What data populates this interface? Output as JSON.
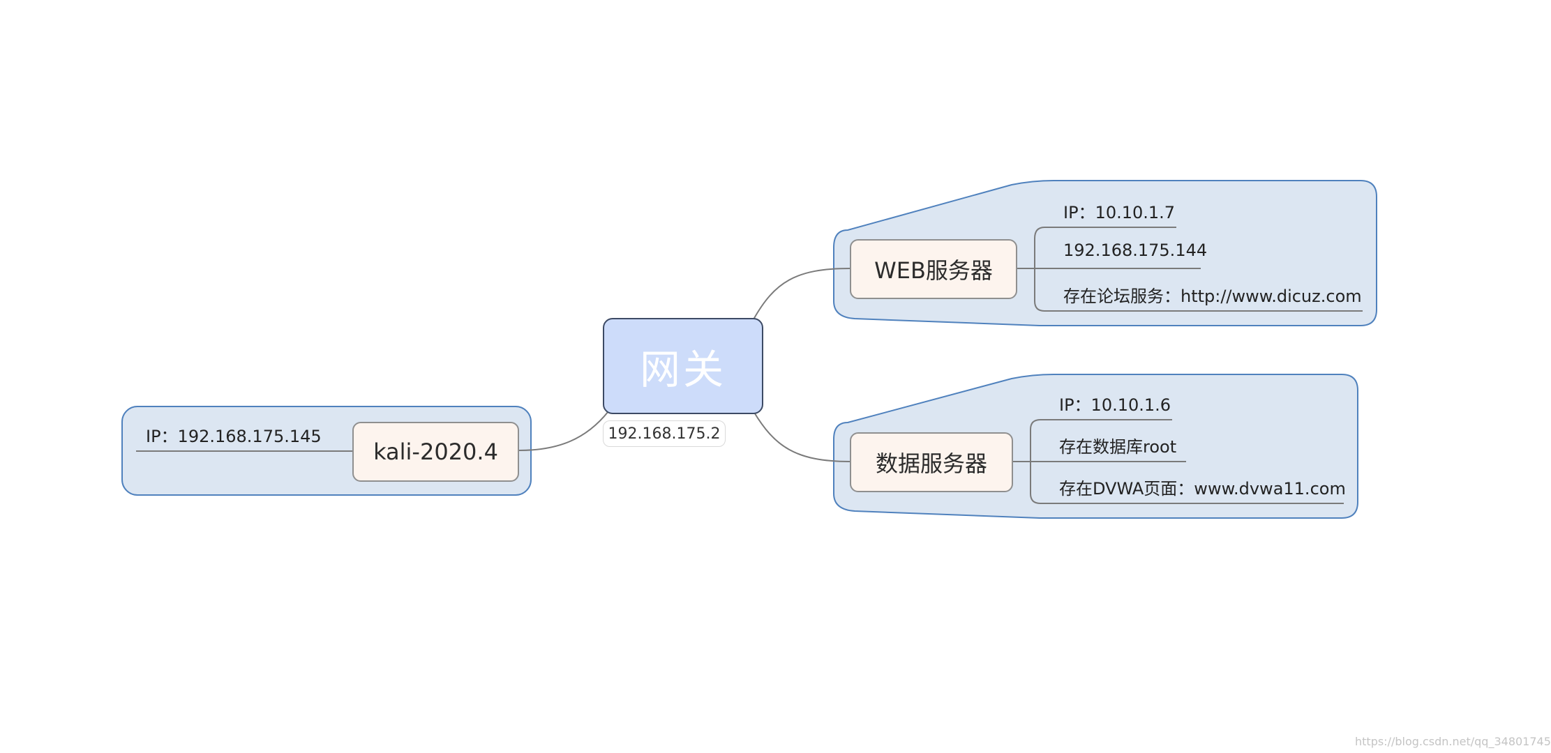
{
  "colors": {
    "boundary_fill": "#dce6f2",
    "boundary_stroke": "#4f81bd",
    "central_fill": "#cddcfa",
    "central_border": "#3c4a64",
    "topic_fill": "#fdf4ee",
    "topic_border": "#8f8f8f",
    "connector": "#7a7a7a"
  },
  "central": {
    "label": "网关",
    "edge_label": "192.168.175.2"
  },
  "left": {
    "topic": "kali-2020.4",
    "leaves": [
      "IP：192.168.175.145"
    ]
  },
  "web": {
    "topic": "WEB服务器",
    "leaves": [
      "IP：10.10.1.7",
      "192.168.175.144",
      "存在论坛服务：http://www.dicuz.com"
    ]
  },
  "db": {
    "topic": "数据服务器",
    "leaves": [
      "IP：10.10.1.6",
      "存在数据库root",
      "存在DVWA页面：www.dvwa11.com"
    ]
  },
  "watermark": "https://blog.csdn.net/qq_34801745"
}
